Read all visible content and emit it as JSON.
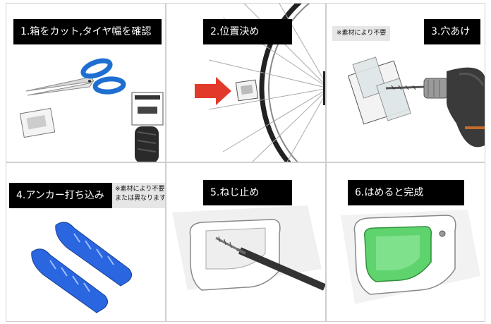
{
  "steps": [
    {
      "title": "1.箱をカット,タイヤ幅を確認"
    },
    {
      "title": "2.位置決め"
    },
    {
      "title": "3.穴あけ",
      "note": "※素材により不要"
    },
    {
      "title": "4.アンカー打ち込み",
      "note_line1": "※素材により不要、",
      "note_line2": "または異なります"
    },
    {
      "title": "5.ねじ止め"
    },
    {
      "title": "6.はめると完成"
    }
  ],
  "colors": {
    "scissor_blue": "#1e6fd1",
    "anchor_blue": "#2a66e0",
    "arrow_red": "#e23a2a",
    "holder_green": "#5fd36d"
  }
}
